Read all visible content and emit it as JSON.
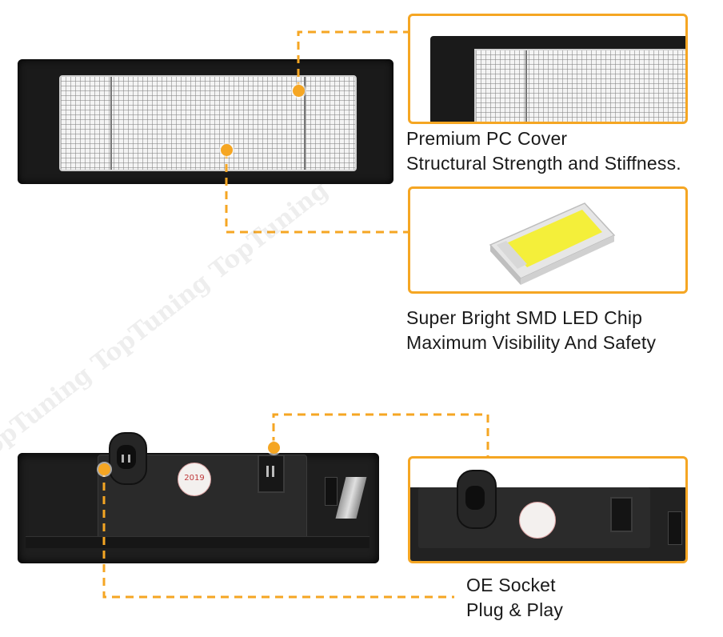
{
  "features": {
    "pc_cover": {
      "line1": "Premium PC Cover",
      "line2": "Structural Strength and Stiffness."
    },
    "led_chip": {
      "line1": "Super Bright SMD LED Chip",
      "line2": "Maximum Visibility And Safety"
    },
    "oe_socket": {
      "line1": "OE Socket",
      "line2": "Plug & Play"
    }
  },
  "stamp_text": "2019",
  "watermark_text": "TopTuning TopTuning TopTuning",
  "colors": {
    "accent": "#f5a623",
    "lens": "#f4f4f4",
    "housing": "#1c1c1c",
    "chip_yellow": "#f4ef3a"
  }
}
